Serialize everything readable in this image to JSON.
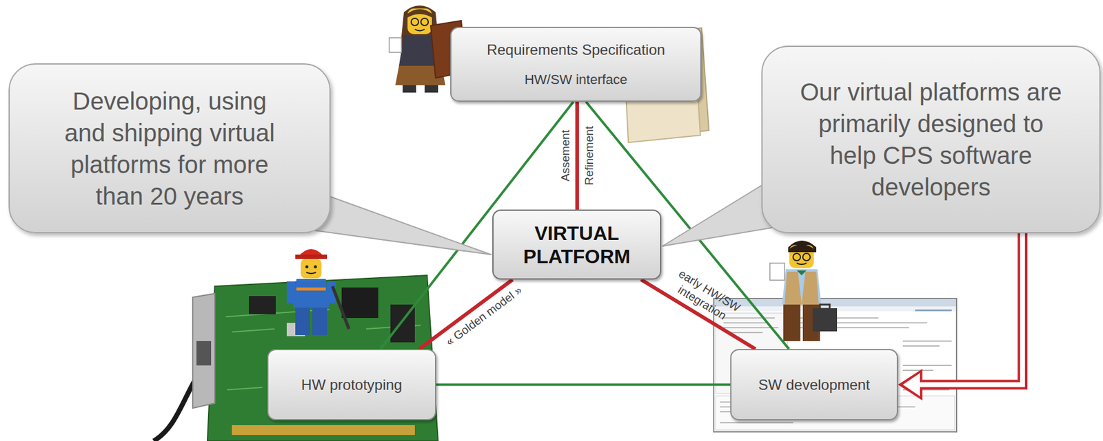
{
  "diagram": {
    "nodes": [
      {
        "text": [
          "Requirements Specification",
          "HW/SW interface"
        ]
      },
      {
        "text": [
          "Developing, using and shipping virtual platforms for more than 20 years"
        ]
      },
      {
        "text": [
          "VIRTUAL PLATFORM"
        ]
      },
      {
        "text": [
          "Our virtual platforms are primarily designed to help CPS software developers"
        ]
      },
      {
        "text": [
          "HW prototyping"
        ]
      },
      {
        "text": [
          "SW development"
        ]
      }
    ],
    "edges": [
      {
        "from": 0,
        "to": 4,
        "arrow": "none"
      },
      {
        "from": 0,
        "to": 5,
        "arrow": "none"
      },
      {
        "from": 4,
        "to": 5,
        "arrow": "none"
      },
      {
        "from": 0,
        "to": 2,
        "label": "Assement",
        "arrow": "none"
      },
      {
        "from": 2,
        "to": 4,
        "label": "« Golden model »",
        "arrow": "none"
      },
      {
        "from": 2,
        "to": 5,
        "label": "early HW/SW integration",
        "arrow": "none"
      },
      {
        "from": 3,
        "to": 5,
        "arrow": "to"
      }
    ],
    "labels": [
      "Refinement"
    ]
  }
}
